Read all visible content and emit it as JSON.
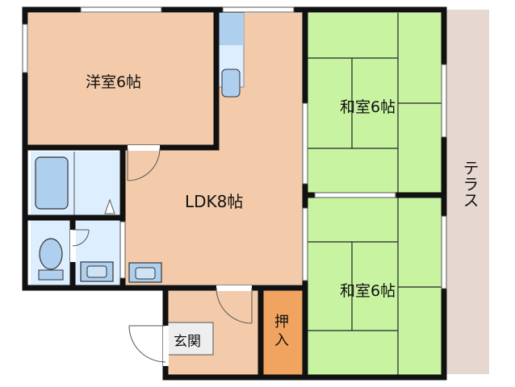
{
  "colors": {
    "western_room": "#F4CBAA",
    "ldk": "#F4CBAA",
    "japanese_room": "#C8F4A2",
    "tatami_lines": "#222222",
    "wet_area": "#DDEEFF",
    "fixture": "#AFCFEE",
    "entrance": "#F4CBAA",
    "closet": "#F0A460",
    "terrace": "#E6D8D0",
    "wall": "#111111"
  },
  "rooms": {
    "western": "洋室6帖",
    "ldk": "LDK8帖",
    "japanese_top": "和室6帖",
    "japanese_bottom": "和室6帖",
    "entrance": "玄関",
    "closet_line1": "押",
    "closet_line2": "入",
    "terrace": "テラス"
  },
  "icons": [
    "bathtub-icon",
    "toilet-icon",
    "washbasin-icon",
    "kitchen-sink-icon",
    "door-swing-icon",
    "window-icon"
  ]
}
